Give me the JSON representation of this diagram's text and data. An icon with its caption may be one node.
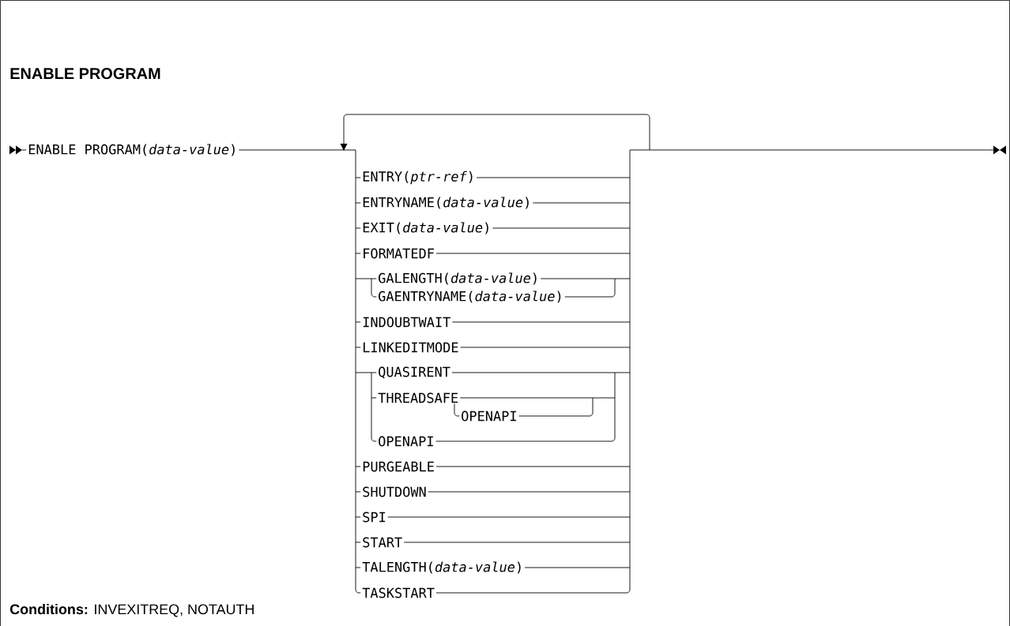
{
  "diagram": {
    "title": "ENABLE PROGRAM",
    "caption": "**Conditions:** INVEXITREQ, NOTAUTH",
    "labels": [
      "ENABLE PROGRAM(*data-value*)",
      "ENTRY(*ptr-ref*)",
      "ENTRYNAME(*data-value*)",
      "EXIT(*data-value*)",
      "FORMATEDF",
      "GALENGTH(*data-value*)",
      "GAENTRYNAME(*data-value*)",
      "INDOUBTWAIT",
      "LINKEDITMODE",
      "QUASIRENT",
      "THREADSAFE",
      "OPENAPI",
      "OPENAPI",
      "PURGEABLE",
      "SHUTDOWN",
      "SPI",
      "START",
      "TALENGTH(*data-value*)",
      "TASKSTART"
    ]
  }
}
